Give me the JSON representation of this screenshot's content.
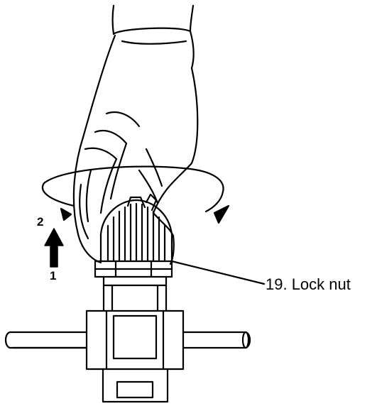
{
  "figure": {
    "callout": {
      "number": "19.",
      "label": "Lock nut",
      "text": "19. Lock nut"
    },
    "steps": [
      {
        "label": "1",
        "icon": "arrow-up-icon"
      },
      {
        "label": "2",
        "icon": "rotate-arrow-icon"
      }
    ],
    "colors": {
      "line": "#000000",
      "background": "#ffffff"
    }
  }
}
